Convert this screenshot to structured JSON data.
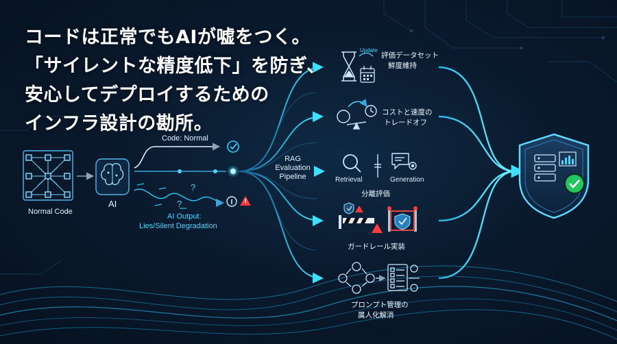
{
  "headline": {
    "line1": "コードは正常でもAIが嘘をつく。",
    "line2": "「サイレントな精度低下」を防ぎ、",
    "line3": "安心してデプロイするための",
    "line4": "インフラ設計の勘所。"
  },
  "left_flow": {
    "normal_code_label": "Normal Code",
    "ai_label": "AI",
    "code_normal_label": "Code: Normal",
    "ai_output_label_line1": "AI Output:",
    "ai_output_label_line2": "Lies/Silent Degradation",
    "question_marks": "?"
  },
  "pipeline": {
    "line1": "RAG",
    "line2": "Evaluation",
    "line3": "Pipeline"
  },
  "branches": {
    "update_tag": "Update",
    "dataset_line1": "評価データセット",
    "dataset_line2": "鮮度維持",
    "cost_line1": "コストと速度の",
    "cost_line2": "トレードオフ",
    "retrieval": "Retrieval",
    "generation": "Generation",
    "separate_eval": "分離評価",
    "guardrail": "ガードレール実装",
    "prompt_line1": "プロンプト管理の",
    "prompt_line2": "属人化解消"
  },
  "colors": {
    "accent": "#2fd0ff",
    "warning": "#ff3b3b",
    "success": "#22c55e",
    "background": "#0a1a2e"
  }
}
